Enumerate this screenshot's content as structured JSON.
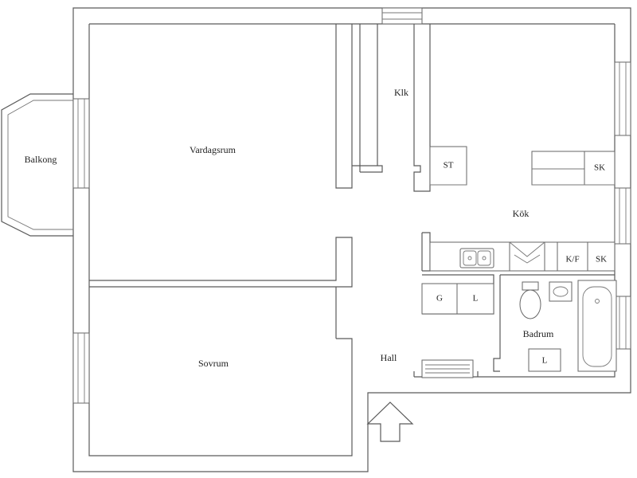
{
  "rooms": {
    "balkong": "Balkong",
    "vardagsrum": "Vardagsrum",
    "klk": "Klk",
    "kok": "Kök",
    "sovrum": "Sovrum",
    "hall": "Hall",
    "badrum": "Badrum"
  },
  "fixtures": {
    "st": "ST",
    "sk_upper": "SK",
    "kf": "K/F",
    "sk_lower": "SK",
    "g": "G",
    "l_hall": "L",
    "l_bath": "L"
  },
  "colors": {
    "wall": "#5a5a5a",
    "background": "#ffffff"
  }
}
